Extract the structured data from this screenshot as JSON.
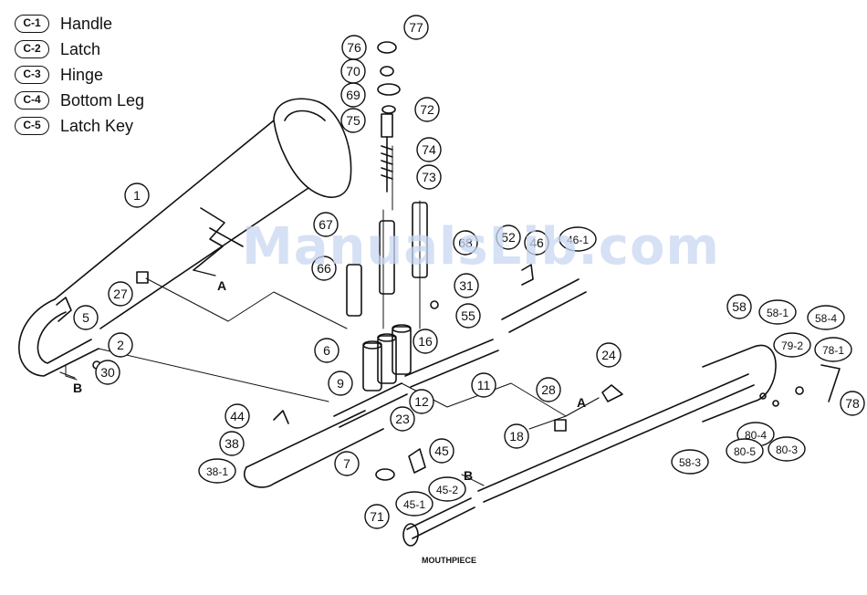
{
  "legend": [
    {
      "code": "C-1",
      "label": "Handle"
    },
    {
      "code": "C-2",
      "label": "Latch"
    },
    {
      "code": "C-3",
      "label": "Hinge"
    },
    {
      "code": "C-4",
      "label": "Bottom Leg"
    },
    {
      "code": "C-5",
      "label": "Latch Key"
    }
  ],
  "watermark": "ManualsLib.com",
  "parts": [
    "77",
    "76",
    "70",
    "69",
    "75",
    "72",
    "74",
    "73",
    "67",
    "68",
    "66",
    "52",
    "46",
    "46-1",
    "1",
    "27",
    "5",
    "2",
    "30",
    "31",
    "55",
    "16",
    "6",
    "9",
    "12",
    "11",
    "23",
    "28",
    "24",
    "44",
    "38",
    "38-1",
    "7",
    "45",
    "45-2",
    "45-1",
    "71",
    "18",
    "58",
    "58-1",
    "58-4",
    "79-2",
    "78-1",
    "78",
    "80-4",
    "80-5",
    "80-3",
    "58-3"
  ],
  "letters": {
    "a": "A",
    "b": "B"
  },
  "mouthpiece_label": "MOUTHPIECE"
}
